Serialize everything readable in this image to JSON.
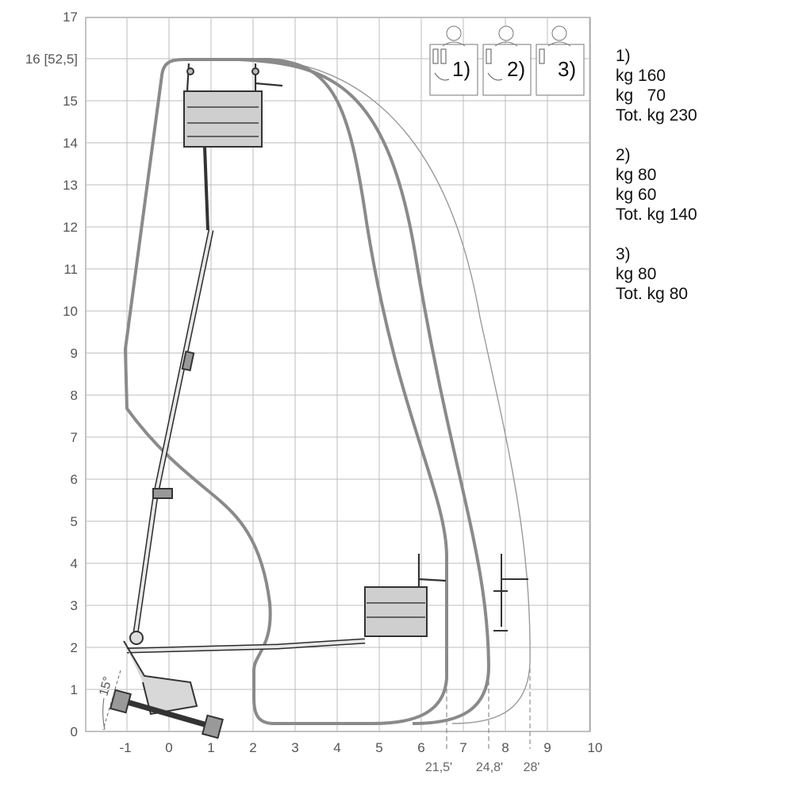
{
  "axes": {
    "y_ticks": [
      "0",
      "1",
      "2",
      "3",
      "4",
      "5",
      "6",
      "7",
      "8",
      "9",
      "10",
      "11",
      "12",
      "13",
      "14",
      "15",
      "16 [52,5]",
      "17"
    ],
    "x_ticks": [
      "-1",
      "0",
      "1",
      "2",
      "3",
      "4",
      "5",
      "6",
      "7",
      "8",
      "9",
      "10"
    ],
    "reach_labels": [
      "21,5'",
      "24,8'",
      "28'"
    ],
    "tilt_angle": "15°"
  },
  "envelopes": [
    {
      "label": "1)",
      "stroke": "#8a8a8a"
    },
    {
      "label": "2)",
      "stroke": "#8a8a8a"
    },
    {
      "label": "3)",
      "stroke": "#9a9a9a"
    }
  ],
  "legend": [
    {
      "label": "1)",
      "lines": [
        "kg 160",
        "kg   70",
        "Tot. kg 230"
      ]
    },
    {
      "label": "2)",
      "lines": [
        "kg 80",
        "kg 60",
        "Tot. kg 140"
      ]
    },
    {
      "label": "3)",
      "lines": [
        "kg 80",
        "Tot. kg 80"
      ]
    }
  ]
}
